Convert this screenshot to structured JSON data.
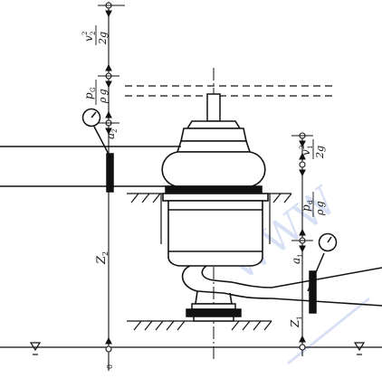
{
  "diagram": {
    "labels": {
      "v2_num": "v",
      "v2_sub": "2",
      "v2_sup": "2",
      "v2_den": "2g",
      "pG_num": "p",
      "pG_sub": "G",
      "pG_den": "ρ g",
      "a2": "a",
      "a2_sub": "2",
      "Z2": "Z",
      "Z2_sub": "2",
      "v1_num": "v",
      "v1_sub": "1",
      "v1_sup": "2",
      "v1_den": "2g",
      "pd_num": "p",
      "pd_sub": "d",
      "pd_den": "ρ g",
      "a1": "a",
      "a1_sub": "1",
      "Z1": "Z",
      "Z1_sub": "1",
      "zero_mark": "0"
    },
    "colors": {
      "ink": "#111111",
      "watermark": "#b9c8ee",
      "background": "#ffffff"
    },
    "watermark_text": "WWW"
  }
}
